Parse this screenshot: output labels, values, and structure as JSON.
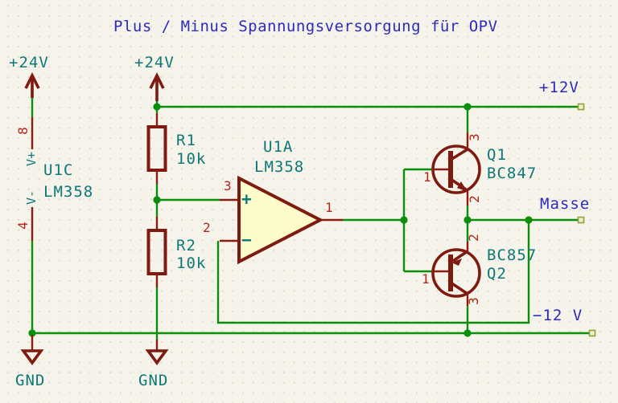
{
  "title": "Plus / Minus Spannungsversorgung für OPV",
  "colors": {
    "background": "#f6f3ea",
    "grid_dot": "#ddd8c6",
    "wire": "#0a8f0a",
    "symbol": "#7e1a10",
    "pin": "#8a1c12",
    "pin_number": "#b2271a",
    "field_text": "#0e7878",
    "net_label": "#2b2bbe",
    "opamp_fill": "#fdfbc9",
    "wire_end": "#8ea03a"
  },
  "power_symbols": {
    "p24_left": "+24V",
    "p24_mid": "+24V",
    "gnd_left": "GND",
    "gnd_mid": "GND"
  },
  "net_labels": {
    "plus12": "+12V",
    "masse": "Masse",
    "minus12": "−12 V"
  },
  "components": {
    "u1c": {
      "ref": "U1C",
      "value": "LM358",
      "pins": {
        "vplus": {
          "number": "8",
          "name": "V+"
        },
        "vminus": {
          "number": "4",
          "name": "V-"
        }
      }
    },
    "r1": {
      "ref": "R1",
      "value": "10k"
    },
    "r2": {
      "ref": "R2",
      "value": "10k"
    },
    "u1a": {
      "ref": "U1A",
      "value": "LM358",
      "pins": {
        "in_plus": {
          "number": "3",
          "name": "+"
        },
        "in_minus": {
          "number": "2",
          "name": "−"
        },
        "out": {
          "number": "1"
        }
      }
    },
    "q1": {
      "ref": "Q1",
      "value": "BC847",
      "pins": {
        "base": "1",
        "emitter": "2",
        "collector": "3"
      }
    },
    "q2": {
      "ref": "Q2",
      "value": "BC857",
      "pins": {
        "base": "1",
        "emitter": "2",
        "collector": "3"
      }
    }
  }
}
